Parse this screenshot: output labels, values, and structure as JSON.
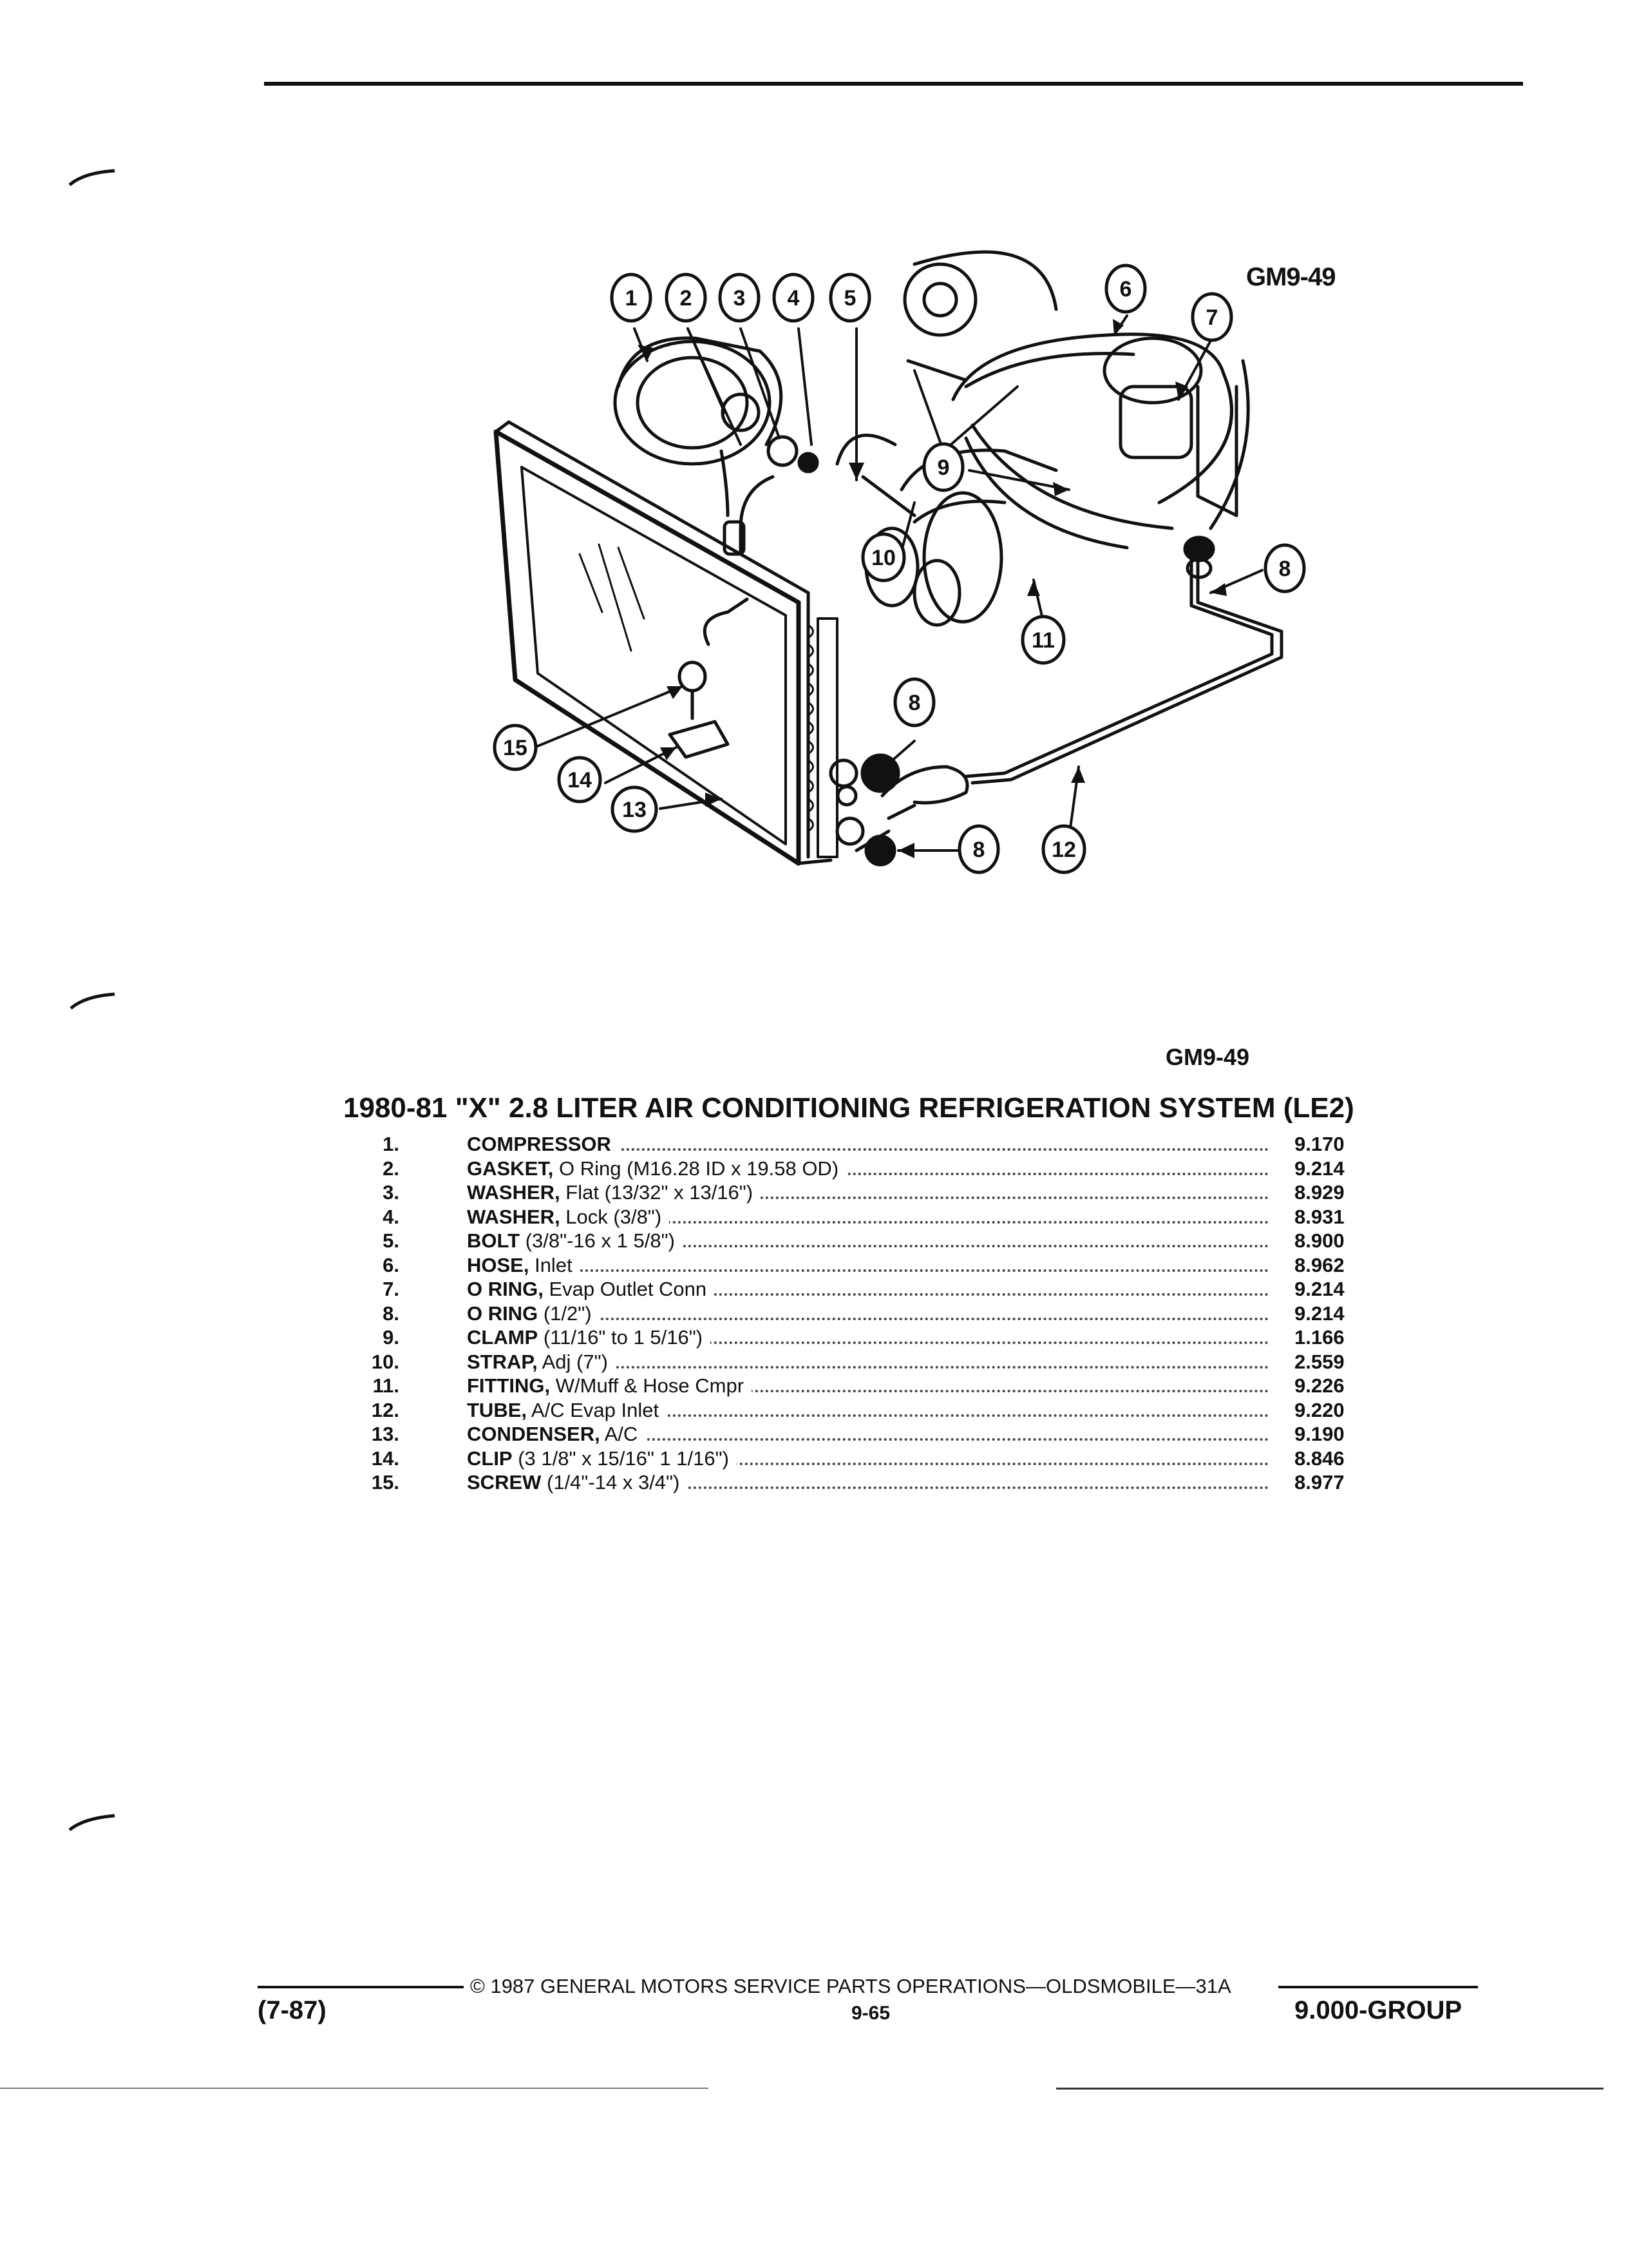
{
  "figure": {
    "code": "GM9-49",
    "callouts": [
      "1",
      "2",
      "3",
      "4",
      "5",
      "6",
      "7",
      "8",
      "9",
      "10",
      "11",
      "12",
      "13",
      "14",
      "15"
    ]
  },
  "caption_code": "GM9-49",
  "title": "1980-81 \"X\" 2.8 LITER AIR CONDITIONING REFRIGERATION SYSTEM (LE2)",
  "parts": [
    {
      "num": "1.",
      "name": "COMPRESSOR",
      "detail": "",
      "code": "9.170"
    },
    {
      "num": "2.",
      "name": "GASKET,",
      "detail": " O Ring (M16.28 ID x 19.58 OD)",
      "code": "9.214"
    },
    {
      "num": "3.",
      "name": "WASHER,",
      "detail": " Flat (13/32\" x 13/16\")",
      "code": "8.929"
    },
    {
      "num": "4.",
      "name": "WASHER,",
      "detail": " Lock (3/8\")",
      "code": "8.931"
    },
    {
      "num": "5.",
      "name": "BOLT",
      "detail": " (3/8\"-16 x 1 5/8\")",
      "code": "8.900"
    },
    {
      "num": "6.",
      "name": "HOSE,",
      "detail": " Inlet",
      "code": "8.962"
    },
    {
      "num": "7.",
      "name": "O RING,",
      "detail": " Evap Outlet Conn",
      "code": "9.214"
    },
    {
      "num": "8.",
      "name": "O RING",
      "detail": " (1/2\")",
      "code": "9.214"
    },
    {
      "num": "9.",
      "name": "CLAMP",
      "detail": " (11/16\" to 1 5/16\")",
      "code": "1.166"
    },
    {
      "num": "10.",
      "name": "STRAP,",
      "detail": " Adj (7\")",
      "code": "2.559"
    },
    {
      "num": "11.",
      "name": "FITTING,",
      "detail": " W/Muff & Hose Cmpr",
      "code": "9.226"
    },
    {
      "num": "12.",
      "name": "TUBE,",
      "detail": " A/C Evap Inlet",
      "code": "9.220"
    },
    {
      "num": "13.",
      "name": "CONDENSER,",
      "detail": " A/C",
      "code": "9.190"
    },
    {
      "num": "14.",
      "name": "CLIP",
      "detail": " (3 1/8\" x 15/16\" 1 1/16\")",
      "code": "8.846"
    },
    {
      "num": "15.",
      "name": "SCREW",
      "detail": " (1/4\"-14 x 3/4\")",
      "code": "8.977"
    }
  ],
  "footer": {
    "copyright": "© 1987 GENERAL MOTORS SERVICE PARTS OPERATIONS—OLDSMOBILE—31A",
    "date": "(7-87)",
    "page": "9-65",
    "group": "9.000-GROUP"
  }
}
